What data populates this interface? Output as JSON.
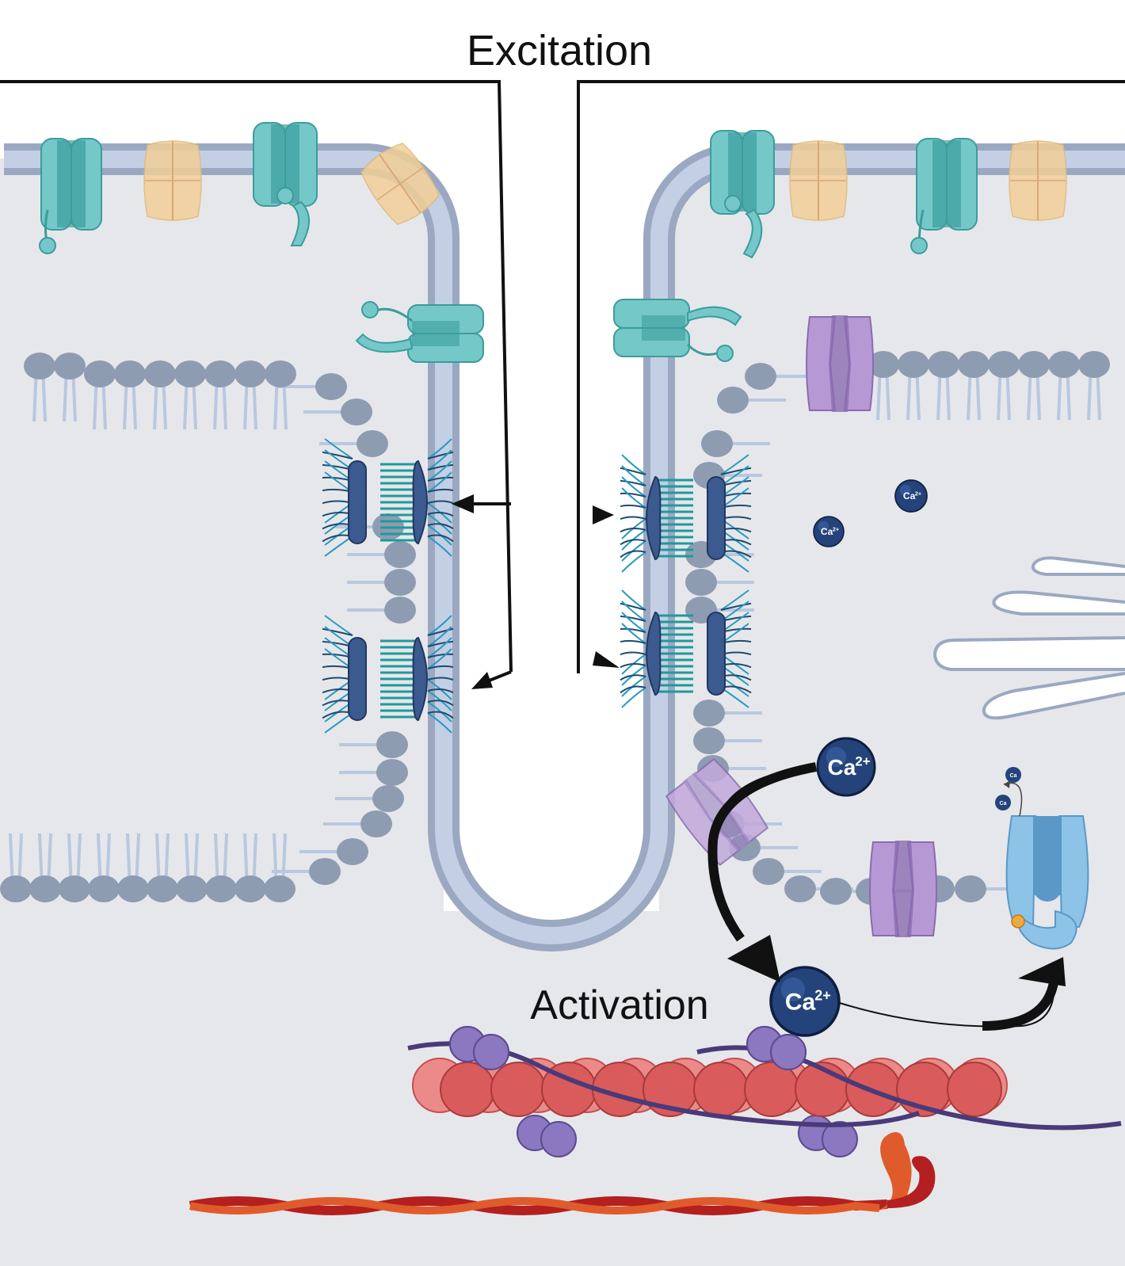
{
  "labels": {
    "excitation": "Excitation",
    "activation": "Activation"
  },
  "ion": {
    "symbol": "Ca",
    "charge": "2+"
  },
  "colors": {
    "cytoplasm": "#e6e7eb",
    "membrane_outer": "#9aa8c2",
    "membrane_inner": "#c3cfe5",
    "sr_head": "#8e9cb1",
    "sr_tail": "#b8c8e0",
    "channel_teal": "#75c8c8",
    "channel_teal_dark": "#3c9c9c",
    "channel_orange": "#f2cf98",
    "ryr_blue": "#3b5a8f",
    "serca_purple": "#b699d4",
    "pump_lightblue": "#8cc3e6",
    "calcium": "#24437a",
    "actin": "#d95b5b",
    "actin_light": "#ec8a8a",
    "tropomyosin": "#4a3a7a",
    "troponin": "#8b78c0",
    "myosin_orange": "#e05b2c",
    "myosin_red": "#b3201f",
    "arrow": "#1a1a1a"
  }
}
